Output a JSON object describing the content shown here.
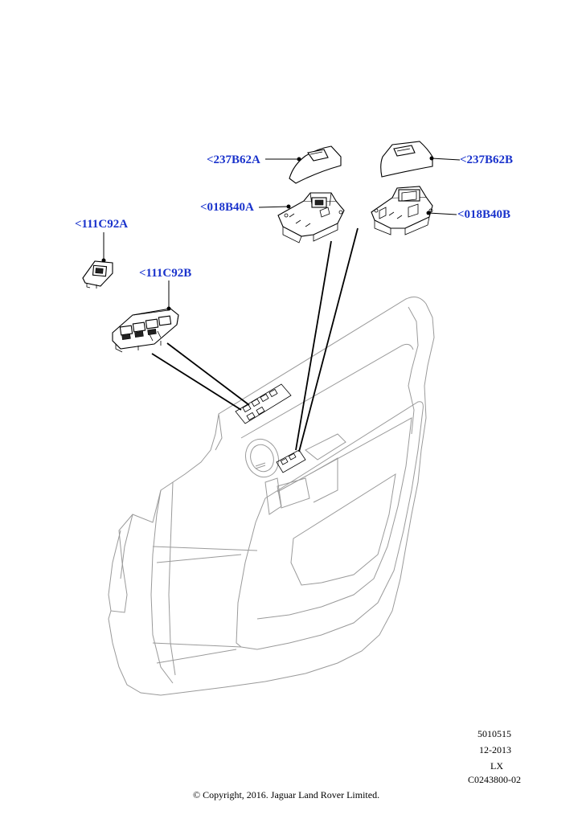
{
  "callouts": {
    "c_237B62A": "<237B62A",
    "c_237B62B": "<237B62B",
    "c_018B40A": "<018B40A",
    "c_018B40B": "<018B40B",
    "c_111C92A": "<111C92A",
    "c_111C92B": "<111C92B"
  },
  "colors": {
    "callout_text": "#1a33cc",
    "line_art": "#000000",
    "door_outline": "#9a9a9a"
  },
  "meta": {
    "code1": "5010515",
    "date": "12-2013",
    "model": "LX",
    "illustration_id": "C0243800-02"
  },
  "copyright": "© Copyright, 2016. Jaguar Land Rover Limited."
}
